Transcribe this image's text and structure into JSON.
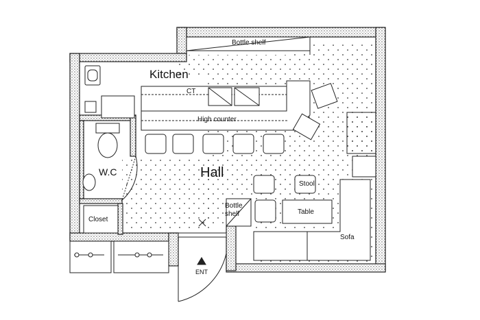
{
  "labels": {
    "bottle_shelf_top": "Bottle shelf",
    "kitchen": "Kitchen",
    "ct": "CT",
    "high_counter": "High counter",
    "wc": "W.C",
    "hall": "Hall",
    "stool": "Stool",
    "bottle_shelf_lower_1": "Bottle",
    "bottle_shelf_lower_2": "shelf",
    "table": "Table",
    "sofa": "Sofa",
    "closet": "Closet",
    "entrance": "ENT"
  }
}
